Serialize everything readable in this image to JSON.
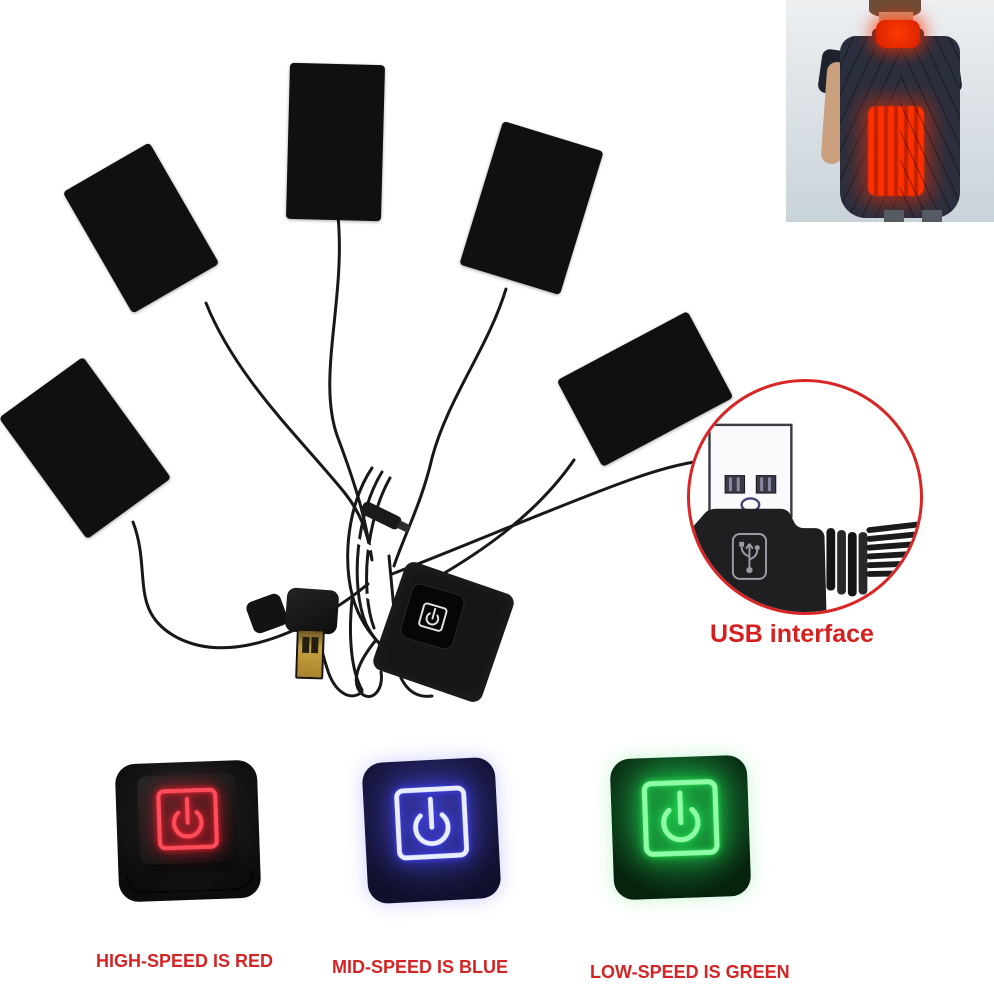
{
  "background_color": "#ffffff",
  "kit_photo": {
    "heating_pads_count": 5,
    "pad_color": "#101010",
    "wire_color": "#181818",
    "controller_icon": "power-icon",
    "controller_icon_color": "#e2e2e2",
    "usb_plug": "usb-a-right-angle-plug"
  },
  "vest_inset": {
    "vest_color": "#2a2f3e",
    "heat_glow_color": "#ff3000",
    "heated_zones": [
      "collar",
      "lower-back"
    ]
  },
  "usb_callout": {
    "label": "USB interface",
    "label_color": "#d61f1f",
    "ring_color": "#d92525",
    "logo_icon": "usb-trident-icon"
  },
  "speed_buttons": [
    {
      "speed": "high",
      "label": "HIGH-SPEED IS RED",
      "led_color_name": "red",
      "icon": "power-icon",
      "icon_color": "#ff4d5c",
      "glow_color": "#ff2030",
      "body_center": "#272727",
      "body_edge": "#0c0c0c"
    },
    {
      "speed": "mid",
      "label": "MID-SPEED IS BLUE",
      "led_color_name": "blue",
      "icon": "power-icon",
      "icon_color": "#e8eeff",
      "glow_color": "#4444ff",
      "body_center": "#32328c",
      "body_edge": "#10102e"
    },
    {
      "speed": "low",
      "label": "LOW-SPEED IS GREEN",
      "led_color_name": "green",
      "icon": "power-icon",
      "icon_color": "#8effa6",
      "glow_color": "#21e24f",
      "body_center": "#1a9c43",
      "body_edge": "#07230e"
    }
  ],
  "caption_color": "#d32525"
}
